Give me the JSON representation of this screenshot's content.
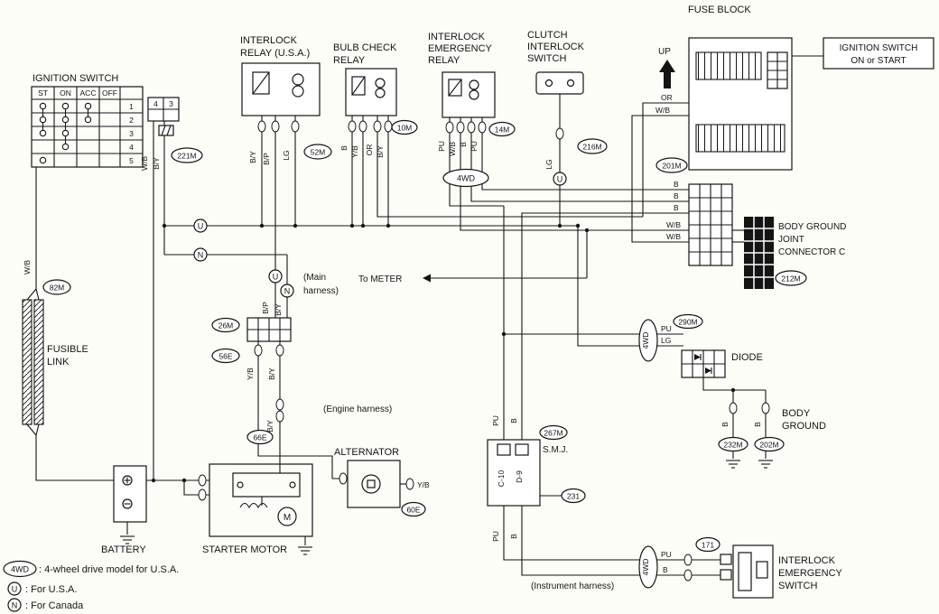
{
  "ignition_switch": {
    "title": "IGNITION SWITCH",
    "headers": [
      "ST",
      "ON",
      "ACC",
      "OFF"
    ],
    "row_numbers": [
      "1",
      "2",
      "3",
      "4",
      "5"
    ],
    "position_marks": [
      [
        "ST",
        "ON",
        "ACC"
      ],
      [
        "ST",
        "ON",
        "ACC"
      ],
      [
        "ST",
        "ON"
      ],
      [
        "ON"
      ],
      [
        "ST"
      ]
    ],
    "connector_pins": [
      "4",
      "3"
    ],
    "connector_id": "221M",
    "wire_w_b": "W/B",
    "wire_b_y": "B/Y"
  },
  "interlock_relay": {
    "title_line1": "INTERLOCK",
    "title_line2": "RELAY (U.S.A.)",
    "connector_id": "52M",
    "wire1": "B/Y",
    "wire2": "B/P",
    "wire3": "LG"
  },
  "bulb_check_relay": {
    "title_line1": "BULB CHECK",
    "title_line2": "RELAY",
    "connector_id": "10M",
    "wire1": "B",
    "wire2": "Y/B",
    "wire3": "OR",
    "wire4": "B/Y"
  },
  "interlock_emergency_relay": {
    "title_line1": "INTERLOCK",
    "title_line2": "EMERGENCY",
    "title_line3": "RELAY",
    "connector_id": "14M",
    "awd_badge": "4WD",
    "wire1": "PU",
    "wire2": "W/B",
    "wire3": "B",
    "wire4": "PU"
  },
  "clutch_interlock_switch": {
    "title_line1": "CLUTCH",
    "title_line2": "INTERLOCK",
    "title_line3": "SWITCH",
    "connector_id": "216M",
    "wire": "LG",
    "usa_badge": "U"
  },
  "fuse_block": {
    "title": "FUSE BLOCK",
    "up_label": "UP",
    "connector_id": "201M",
    "wire_or": "OR",
    "wire_wb": "W/B",
    "feed_line1": "IGNITION SWITCH",
    "feed_line2": "ON or START"
  },
  "ground_circuit": {
    "wire_b1": "B",
    "wire_b2": "B",
    "wire_b3": "B",
    "wire_wb1": "W/B",
    "wire_wb2": "W/B",
    "joint_line1": "BODY GROUND",
    "joint_line2": "JOINT",
    "joint_line3": "CONNECTOR C",
    "joint_connector_id": "212M"
  },
  "diode_circuit": {
    "connector_id": "290M",
    "awd_badge": "4WD",
    "wire_pu": "PU",
    "wire_lg": "LG",
    "diode_label": "DIODE",
    "body_ground_line1": "BODY",
    "body_ground_line2": "GROUND",
    "ground1_connector": "232M",
    "ground2_connector": "202M",
    "ground1_wire": "B",
    "ground2_wire": "B"
  },
  "left_circuit": {
    "wire_wb": "W/B",
    "connector_id": "82M",
    "fusible_line1": "FUSIBLE",
    "fusible_line2": "LINK",
    "battery_label": "BATTERY",
    "starter_label": "STARTER MOTOR",
    "motor_letter": "M",
    "alternator_label": "ALTERNATOR",
    "alternator_connector": "60E",
    "alternator_wire": "Y/B"
  },
  "main_harness": {
    "usa_bus_badge": "U",
    "canada_bus_badge": "N",
    "label_line1": "(Main",
    "label_line2": "harness)",
    "to_meter": "To METER",
    "usa_wire_badge": "U",
    "canada_wire_badge": "N",
    "wire_bp": "B/P",
    "wire_by": "B/Y",
    "connector_26": "26M",
    "connector_56": "56E",
    "connector_66": "66E",
    "wire_yb": "Y/B",
    "wire_by2": "B/Y",
    "wire_by3": "B/Y",
    "engine_harness": "(Engine harness)"
  },
  "smj": {
    "label": "S.M.J.",
    "connector_id": "267M",
    "connector_231": "231",
    "pin1": "C-10",
    "pin2": "D-9",
    "wire_pu_top": "PU",
    "wire_b_top": "B",
    "wire_pu_bottom": "PU",
    "wire_b_bottom": "B"
  },
  "emergency_switch": {
    "title_line1": "INTERLOCK",
    "title_line2": "EMERGENCY",
    "title_line3": "SWITCH",
    "connector_id": "171",
    "awd_badge": "4WD",
    "wire_pu": "PU",
    "wire_b": "B",
    "instrument_harness": "(Instrument harness)"
  },
  "legend": {
    "awd_badge": "4WD",
    "awd_text": ": 4-wheel drive model for U.S.A.",
    "usa_badge": "U",
    "usa_text": ": For U.S.A.",
    "canada_badge": "N",
    "canada_text": ": For Canada"
  }
}
